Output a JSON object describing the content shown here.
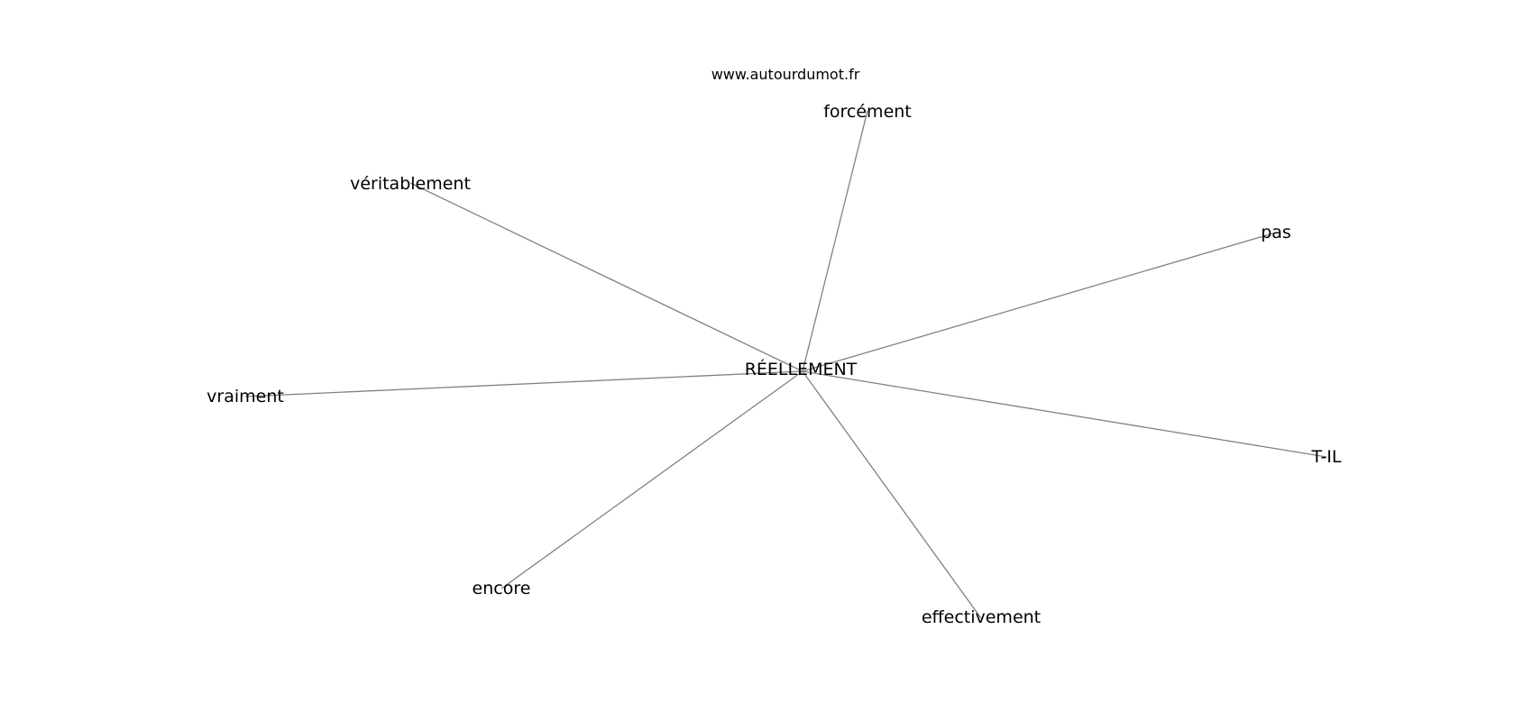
{
  "watermark": "www.autourdumot.fr",
  "graph": {
    "center": {
      "id": "center",
      "label": "RÉELLEMENT"
    },
    "neighbors": [
      {
        "id": "forcement",
        "label": "forcément"
      },
      {
        "id": "veritablement",
        "label": "véritablement"
      },
      {
        "id": "pas",
        "label": "pas"
      },
      {
        "id": "vraiment",
        "label": "vraiment"
      },
      {
        "id": "t-il",
        "label": "T-IL"
      },
      {
        "id": "encore",
        "label": "encore"
      },
      {
        "id": "effectivement",
        "label": "effectivement"
      }
    ],
    "edges": [
      {
        "from": "center",
        "to": "forcement"
      },
      {
        "from": "center",
        "to": "veritablement"
      },
      {
        "from": "center",
        "to": "pas"
      },
      {
        "from": "center",
        "to": "vraiment"
      },
      {
        "from": "center",
        "to": "t-il"
      },
      {
        "from": "center",
        "to": "encore"
      },
      {
        "from": "center",
        "to": "effectivement"
      }
    ]
  },
  "colors": {
    "edge": "#808080",
    "text": "#000000",
    "background": "#ffffff"
  }
}
